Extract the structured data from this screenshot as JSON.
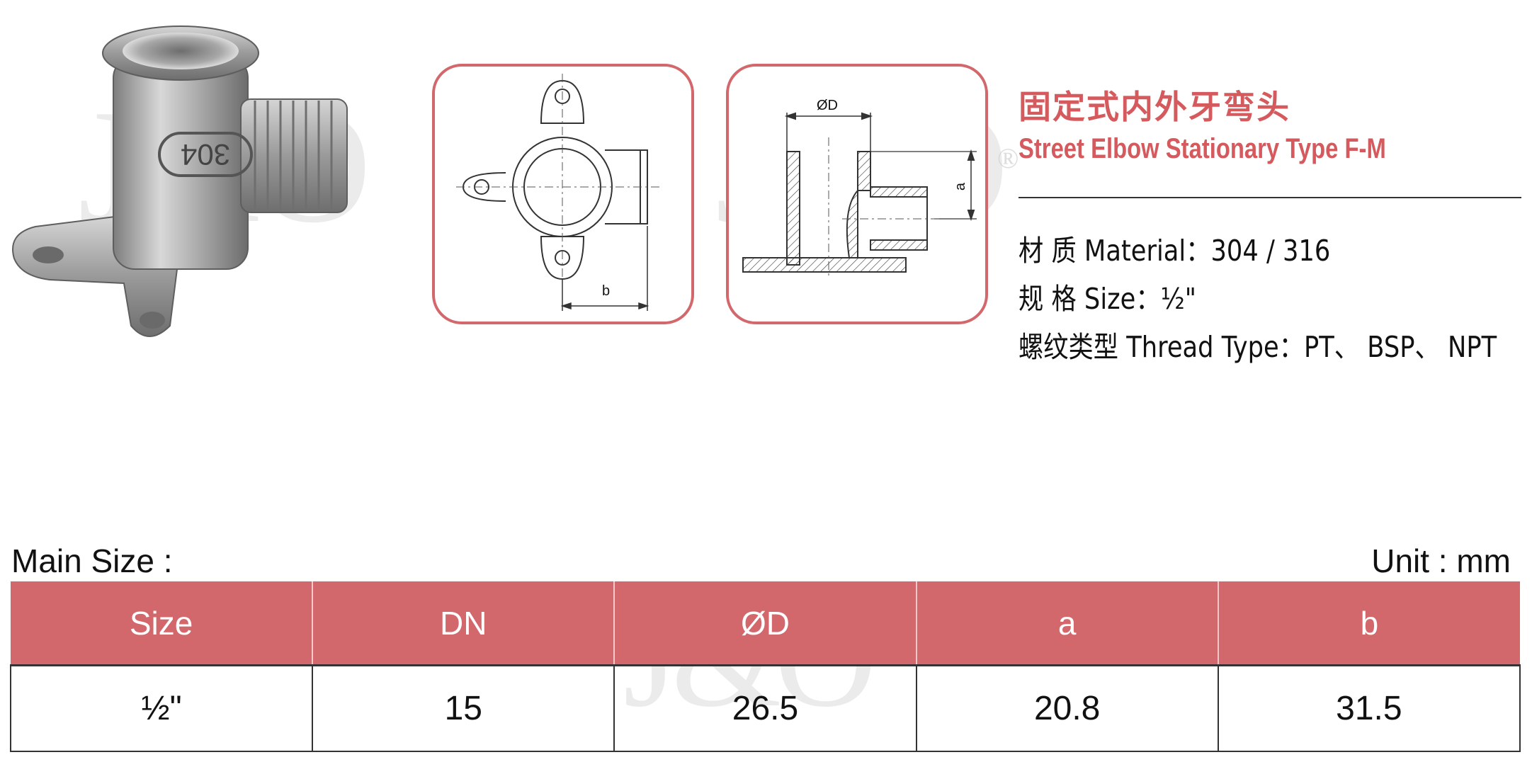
{
  "product": {
    "title_cn": "固定式内外牙弯头",
    "title_en": "Street Elbow Stationary Type F-M",
    "stamp_text": "304"
  },
  "specs": {
    "material": {
      "label": "材 质 Material：",
      "value": "304 / 316"
    },
    "size": {
      "label": "规 格 Size：",
      "value": "½\""
    },
    "thread": {
      "label": "螺纹类型 Thread Type：",
      "value": "PT、 BSP、 NPT"
    }
  },
  "drawing_labels": {
    "b": "b",
    "phiD": "ØD",
    "a": "a"
  },
  "watermark": {
    "brand": "J&O",
    "reg": "®"
  },
  "table": {
    "caption_left": "Main Size :",
    "caption_right": "Unit : mm",
    "headers": [
      "Size",
      "DN",
      "ØD",
      "a",
      "b"
    ],
    "rows": [
      [
        "½\"",
        "15",
        "26.5",
        "20.8",
        "31.5"
      ]
    ]
  },
  "colors": {
    "accent": "#d2686c",
    "title": "#d55a5e"
  }
}
